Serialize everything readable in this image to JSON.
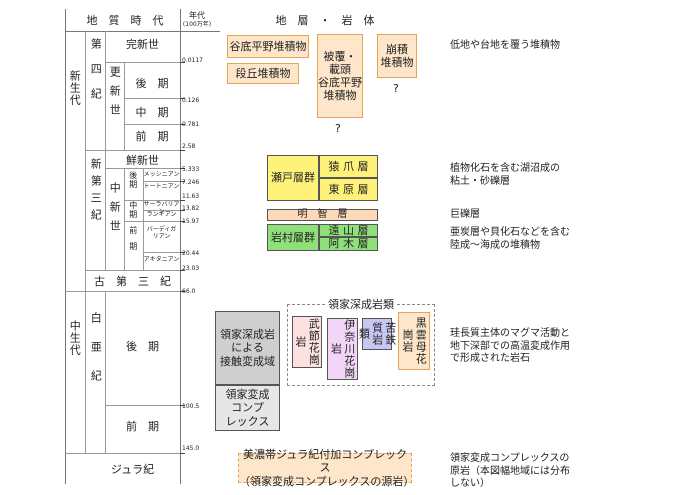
{
  "headers": {
    "era_col": "地　質　時　代",
    "age_col": "年代",
    "age_unit": "(100万年)",
    "strata_col": "地　層　・　岩　体"
  },
  "eras": {
    "cenozoic": "新生代",
    "mesozoic": "中生代"
  },
  "periods": {
    "quaternary": "第四紀",
    "neogene": "新第三紀",
    "paleogene": "古　第　三　紀",
    "cretaceous": "白亜紀",
    "jurassic": "ジュラ紀"
  },
  "epochs": {
    "holocene": "完新世",
    "pleistocene": "更新世",
    "pliocene": "鮮新世",
    "miocene": "中新世"
  },
  "subdivisions": {
    "late": "後　期",
    "middle": "中　期",
    "early": "前　期"
  },
  "miocene_sub": {
    "late": "後期",
    "middle": "中期",
    "early": "前期"
  },
  "stages": {
    "messinian": "メッシニアン",
    "tortonian": "トートニアン",
    "serravallian": "サーラバリアン",
    "langhian": "ランギアン",
    "burdigalian": "バーディガリアン",
    "aquitanian": "アキタニアン"
  },
  "ages": {
    "a1": "0.0117",
    "a2": "0.126",
    "a3": "0.781",
    "a4": "2.58",
    "a5": "5.333",
    "a6": "7.246",
    "a7": "11.63",
    "a8": "13.82",
    "a9": "15.97",
    "a10": "20.44",
    "a11": "23.03",
    "a12": "66.0",
    "a13": "100.5",
    "a14": "145.0"
  },
  "units": {
    "alluvium": "谷底平野堆積物",
    "terrace": "段丘堆積物",
    "covered": "被覆・\n載頭\n谷底平野\n堆積物",
    "colluvium": "崩積\n堆積物",
    "q1": "?",
    "q2": "?",
    "seto": "瀬戸層群",
    "sanage": "猿 爪 層",
    "higashihara": "東 原 層",
    "akechi": "明　智　層",
    "iwamura": "岩村層群",
    "toyama": "遠 山 層",
    "akogi": "阿 木 層",
    "contact": "領家深成岩\nによる\n接触変成域",
    "ryoke_complex": "領家変成\nコンプ\nレックス",
    "granites_label": "領家深成岩類",
    "busetsu": "武節花崗岩",
    "inagawa": "伊奈川花崗岩",
    "kumaishi": "苦鉄質岩類",
    "biotite": "黒雲母花崗岩",
    "mino": "美濃帯ジュラ紀付加コンプレックス\n（領家変成コンプレックスの源岩）"
  },
  "notes": {
    "n1": "低地や台地を覆う堆積物",
    "n2": "植物化石を含む湖沼成の\n粘土・砂礫層",
    "n3": "巨礫層",
    "n4": "亜炭層や貝化石などを含む\n陸成～海成の堆積物",
    "n5": "珪長質主体のマグマ活動と\n地下深部での高温変成作用\nで形成された岩石",
    "n6": "領家変成コンプレックスの\n原岩（本図幅地域には分布\nしない）"
  },
  "colors": {
    "orange_fill": "#fde6c9",
    "orange_border": "#e8a35a",
    "yellow": "#fff27a",
    "green": "#8fe07a",
    "pink": "#fde0e0",
    "violet": "#f3d6f7",
    "lavender": "#c9c6f2",
    "gray": "#cfcfcf",
    "gray_light": "#e6e6e6",
    "akechi_fill": "#fcd9b8"
  }
}
